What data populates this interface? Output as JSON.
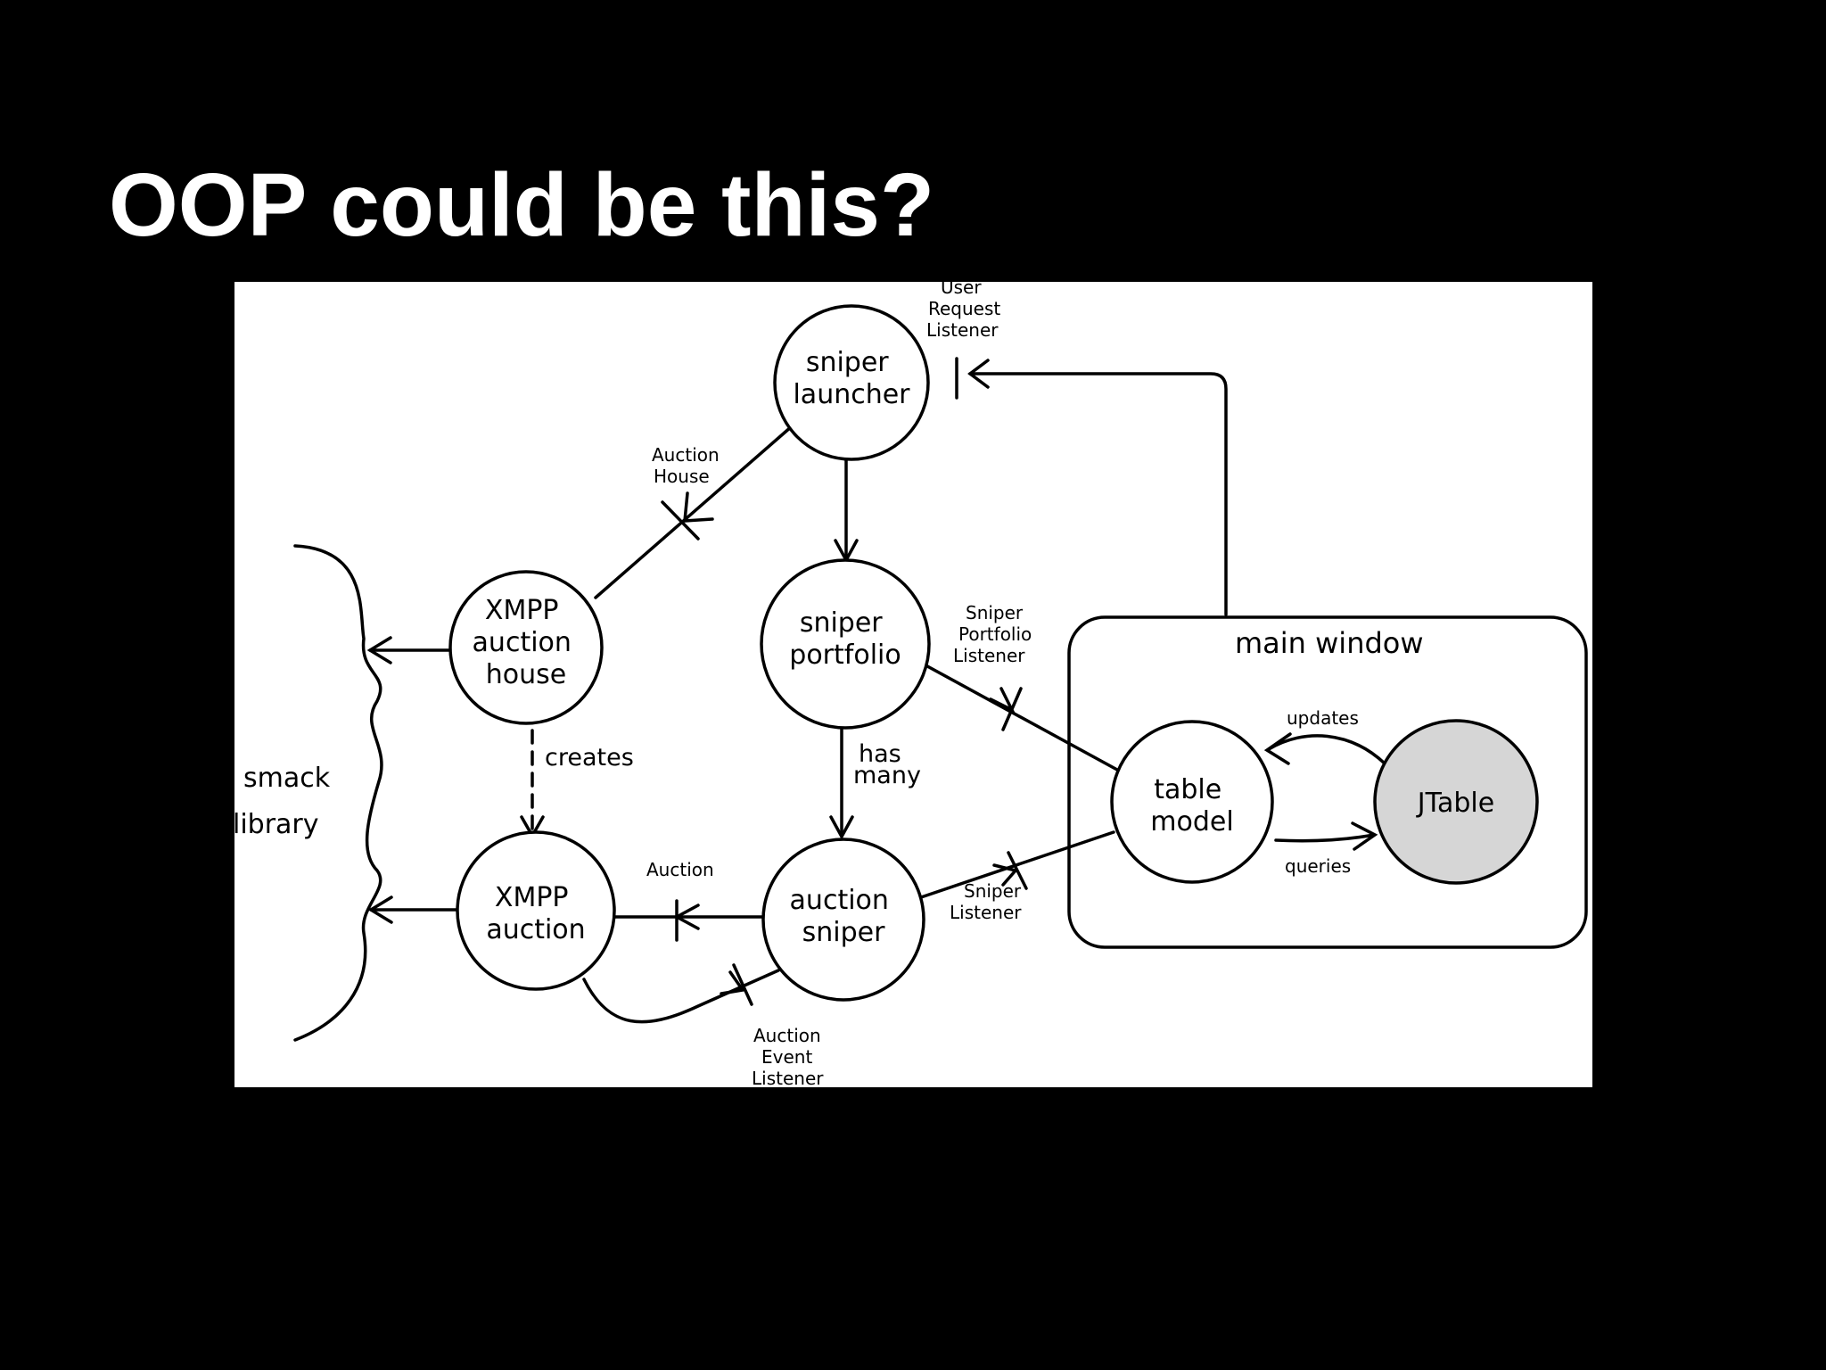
{
  "title": "OOP could be this?",
  "diagram": {
    "nodes": {
      "sniper_launcher": [
        "sniper",
        "launcher"
      ],
      "xmpp_auction_house": [
        "XMPP",
        "auction",
        "house"
      ],
      "sniper_portfolio": [
        "sniper",
        "portfolio"
      ],
      "xmpp_auction": [
        "XMPP",
        "auction"
      ],
      "auction_sniper": [
        "auction",
        "sniper"
      ],
      "table_model": [
        "table",
        "model"
      ],
      "jtable": "JTable"
    },
    "groups": {
      "smack_library": [
        "smack",
        "library"
      ],
      "main_window": "main window"
    },
    "edge_labels": {
      "user_request_listener": [
        "User",
        "Request",
        "Listener"
      ],
      "auction_house": [
        "Auction",
        "House"
      ],
      "sniper_portfolio_listener": [
        "Sniper",
        "Portfolio",
        "Listener"
      ],
      "creates": "creates",
      "has_many": [
        "has",
        "many"
      ],
      "auction": "Auction",
      "sniper_listener": [
        "Sniper",
        "Listener"
      ],
      "auction_event_listener": [
        "Auction",
        "Event",
        "Listener"
      ],
      "updates": "updates",
      "queries": "queries"
    }
  }
}
